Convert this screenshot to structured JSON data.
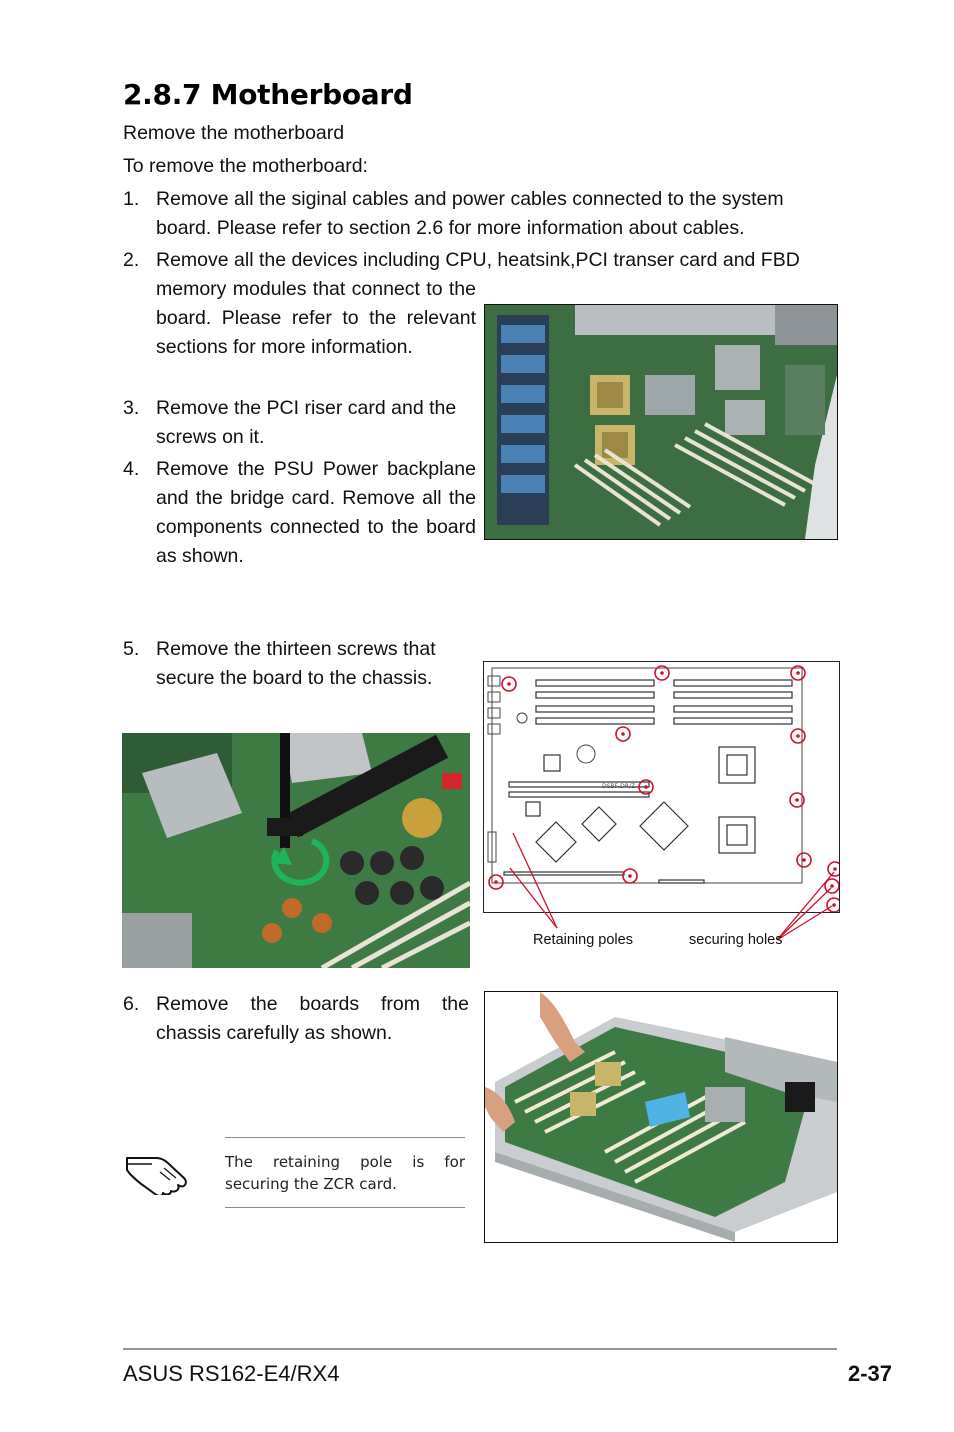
{
  "section": {
    "title": "2.8.7 Motherboard",
    "subtitle": "Remove the motherboard",
    "intro": "To remove the motherboard:"
  },
  "steps": [
    {
      "num": "1.",
      "text": "Remove all the siginal cables and power cables connected to the system board. Please refer to section 2.6 for more information about cables."
    },
    {
      "num": "2.",
      "text_line1": "Remove  all the devices including CPU, heatsink,PCI transer card and FBD",
      "text_rest": "memory modules that connect to the board. Please refer to the relevant sections for more information."
    },
    {
      "num": "3.",
      "text": "Remove the PCI riser card and the screws on it."
    },
    {
      "num": "4.",
      "text": "Remove the PSU Power backplane and the bridge card. Remove all the components connected to the board as shown."
    },
    {
      "num": "5.",
      "text": "Remove the thirteen screws that secure the board to the chassis."
    },
    {
      "num": "6.",
      "text": "Remove the boards from the chassis carefully as shown."
    }
  ],
  "diagram": {
    "board_label": "DSBF-DR/Z",
    "label_left": "Retaining poles",
    "label_right": "securing holes"
  },
  "note": {
    "icon": "pointing-hand-icon",
    "text": "The retaining pole is for securing the ZCR card."
  },
  "footer": {
    "product": "ASUS RS162-E4/RX4",
    "page": "2-37"
  },
  "colors": {
    "circle_red": "#d0102a",
    "board_green": "#2e6b3a"
  }
}
